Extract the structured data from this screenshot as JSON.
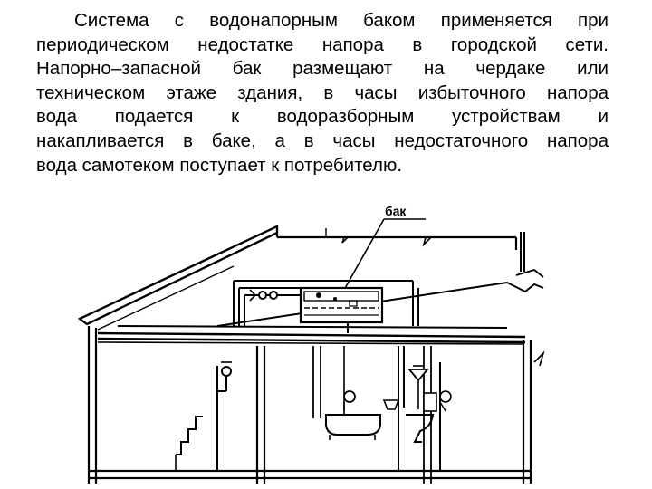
{
  "paragraph": {
    "lines": [
      "Система с водонапорным баком применяется при",
      "периодическом недостатке напора в городской сети.",
      "Напорно–запасной бак размещают на чердаке или",
      "техническом этаже здания, в часы избыточного напора",
      "вода подается к водоразборным устройствам и",
      "накапливается в баке, а в часы недостаточного напора",
      "вода самотеком поступает к потребителю."
    ]
  },
  "diagram": {
    "tank_label": "бак",
    "line_color": "#000000"
  }
}
